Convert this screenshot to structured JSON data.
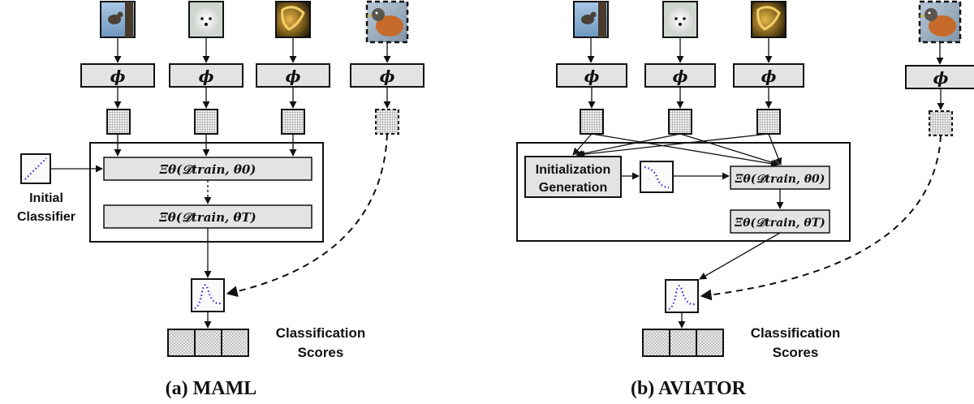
{
  "maml": {
    "feature_extractor_label": "ϕ",
    "initial_classifier_label": [
      "Initial",
      "Classifier"
    ],
    "inner_step_0": "Ξθ(𝒟train, θ0)",
    "inner_step_T": "Ξθ(𝒟train, θT)",
    "scores_label": [
      "Classification",
      "Scores"
    ],
    "caption": "(a) MAML"
  },
  "aviator": {
    "feature_extractor_label": "ϕ",
    "init_gen_label": [
      "Initialization",
      "Generation"
    ],
    "inner_step_0": "Ξθ(𝒟train, θ0)",
    "inner_step_T": "Ξθ(𝒟train, θT)",
    "scores_label": [
      "Classification",
      "Scores"
    ],
    "caption": "(b) AVIATOR"
  },
  "images": [
    "bird-photo",
    "dog-photo",
    "textured-object-photo",
    "robin-query-photo"
  ],
  "colors": {
    "box_fill": "#e3e3e3",
    "stroke": "#111111",
    "curve": "#2a2ae0",
    "sky": "#8fb7d9"
  }
}
